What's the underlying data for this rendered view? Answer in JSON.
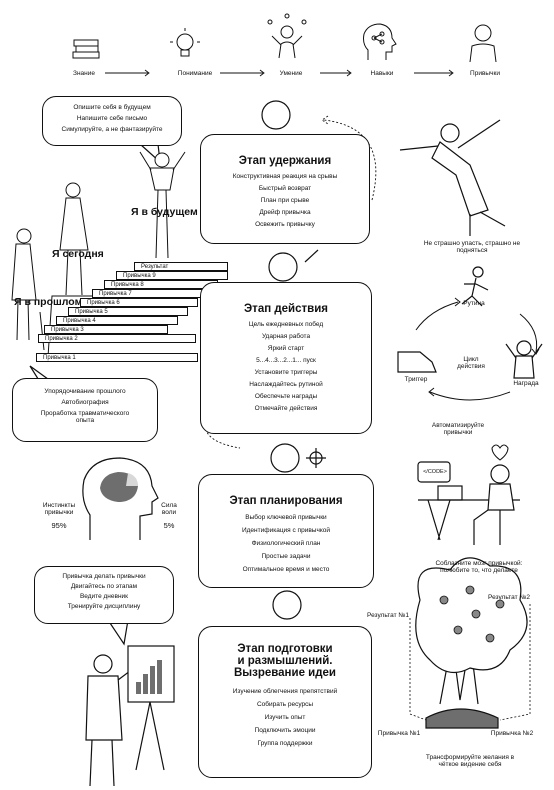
{
  "top_chain": [
    "Знание",
    "Понимание",
    "Умение",
    "Навыки",
    "Привычки"
  ],
  "bubble_future": [
    "Опишите себя в будущем",
    "Напишите себе письмо",
    "Симулируйте, а не фантазируйте"
  ],
  "labels": {
    "future": "Я в будущем",
    "today": "Я сегодня",
    "past": "Я в прошлом"
  },
  "stairs": [
    "Результат",
    "Привычка 9",
    "Привычка 8",
    "Привычка 7",
    "Привычка 6",
    "Привычка 5",
    "Привычка 4",
    "Привычка 3",
    "Привычка 2",
    "Привычка 1"
  ],
  "bubble_past": [
    "Упорядочивание прошлого",
    "Автобиография",
    "Проработка травматического опыта"
  ],
  "brain": {
    "left_label": "Инстинкты привычки",
    "left_value": "95%",
    "right_label": "Сила воли",
    "right_value": "5%"
  },
  "bubble_teacher": [
    "Привычка делать привычки",
    "Двигайтесь по этапам",
    "Ведите дневник",
    "Тренируйте дисциплину"
  ],
  "stages": {
    "retention": {
      "title": "Этап удержания",
      "items": [
        "Конструктивная реакция на срывы",
        "Быстрый возврат",
        "План при срыве",
        "Дрейф привычка",
        "Освежить привычку"
      ]
    },
    "action": {
      "title": "Этап действия",
      "items": [
        "Цель ежедневных побед",
        "Ударная работа",
        "Яркий старт",
        "5...4...3...2...1... пуск",
        "Установите триггеры",
        "Наслаждайтесь рутиной",
        "Обеспечьте награды",
        "Отмечайте действия"
      ]
    },
    "planning": {
      "title": "Этап планирования",
      "items": [
        "Выбор ключевой привычки",
        "Идентификация с привычкой",
        "Физиологический план",
        "Простые задачи",
        "Оптимальное время и место"
      ]
    },
    "preparation": {
      "title_lines": [
        "Этап подготовки",
        "и размышлений.",
        "Вызревание идеи"
      ],
      "items": [
        "Изучение облегчения препятствий",
        "Собирать ресурсы",
        "Изучить опыт",
        "Подключить эмоции",
        "Группа поддержки"
      ]
    }
  },
  "fall_caption": "Не страшно упасть, страшно не подняться",
  "cycle": {
    "routine": "Рутина",
    "trigger": "Триггер",
    "reward": "Награда",
    "center": "Цикл действия",
    "caption": "Автоматизируйте привычки"
  },
  "laptop": {
    "code": "</CODE>",
    "caption": "Соблазните мозг привычкой: полюбите то, что делаете"
  },
  "tree": {
    "result1": "Результат №1",
    "result2": "Результат №2",
    "habit1": "Привычка №1",
    "habit2": "Привычка №2",
    "caption": "Трансформируйте желания в чёткое видение себя"
  }
}
